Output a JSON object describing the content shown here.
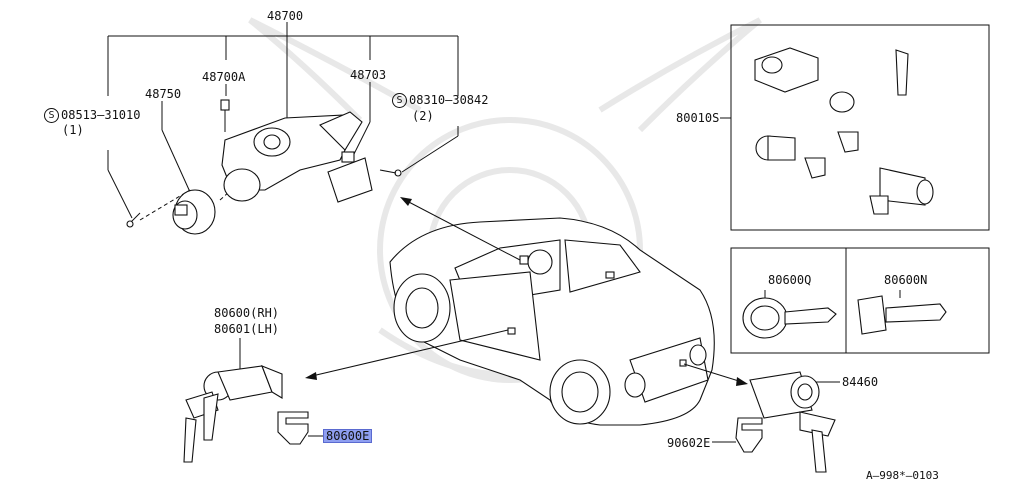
{
  "figure_id": "A–998*–0103",
  "ignition_group": {
    "main_part": "48700",
    "parts": [
      {
        "number": "48750"
      },
      {
        "number": "48700A"
      },
      {
        "number": "48703"
      }
    ],
    "screw_left": {
      "number": "08513–31010",
      "qty": "(1)",
      "prefix": "S"
    },
    "screw_right": {
      "number": "08310–30842",
      "qty": "(2)",
      "prefix": "S"
    }
  },
  "door_lock": {
    "rh": "80600(RH)",
    "lh": "80601(LH)",
    "retainer": "80600E"
  },
  "trunk_lock": {
    "cylinder": "84460",
    "retainer": "90602E"
  },
  "key_set": {
    "set_number": "80010S",
    "master_key": "80600Q",
    "sub_key": "80600N"
  }
}
